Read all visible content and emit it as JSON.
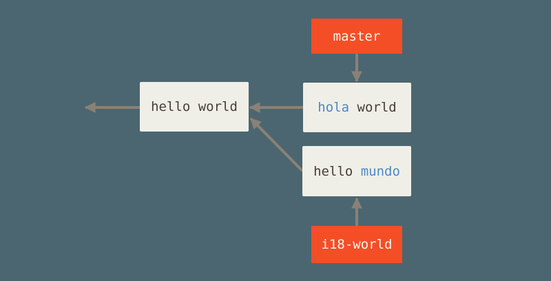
{
  "theme": {
    "background": "#4b6670",
    "box_bg": "#f0efe7",
    "text_dark": "#443e39",
    "text_blue": "#4f87c5",
    "label_bg": "#f44e27",
    "label_text": "#f7f6f1",
    "arrow": "#8a8176"
  },
  "labels": {
    "master": "master",
    "i18_world": "i18-world"
  },
  "commits": {
    "hello_world": {
      "text": "hello world"
    },
    "hola_world": {
      "word1": "hola",
      "word2": " world"
    },
    "hello_mundo": {
      "word1": "hello ",
      "word2": "mundo"
    }
  },
  "edges": [
    {
      "from": "branch-label-master",
      "to": "commit-hola-world",
      "direction": "down"
    },
    {
      "from": "commit-hola-world",
      "to": "commit-hello-world",
      "direction": "left"
    },
    {
      "from": "commit-hello-mundo",
      "to": "commit-hello-world",
      "direction": "up-left"
    },
    {
      "from": "branch-label-i18-world",
      "to": "commit-hello-mundo",
      "direction": "up"
    },
    {
      "from": "commit-hello-world",
      "to": "offscreen-parent",
      "direction": "left"
    }
  ]
}
